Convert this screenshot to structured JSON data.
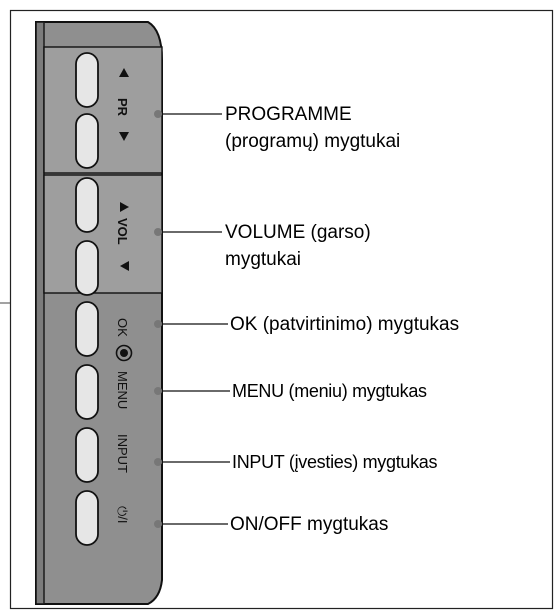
{
  "panel": {
    "buttons": [
      {
        "id": "pr-up",
        "icon": "triangle-up"
      },
      {
        "id": "pr-down",
        "icon": "triangle-down"
      },
      {
        "id": "vol-up",
        "icon": "triangle-right"
      },
      {
        "id": "vol-down",
        "icon": "triangle-left"
      },
      {
        "id": "ok",
        "icon": "circle-dot"
      },
      {
        "id": "menu"
      },
      {
        "id": "input"
      },
      {
        "id": "power",
        "icon": "power-icon"
      }
    ],
    "side_labels": {
      "pr": "PR",
      "vol": "VOL",
      "ok": "OK",
      "menu": "MENU",
      "input": "INPUT",
      "power": "⏻/I"
    },
    "colors": {
      "panel_fill": "#8f8f8f",
      "panel_light": "#a6a6a6",
      "outline": "#111111"
    }
  },
  "callouts": {
    "programme": {
      "line1": "PROGRAMME",
      "line2": "(programų) mygtukai"
    },
    "volume": {
      "line1": "VOLUME (garso)",
      "line2": "mygtukai"
    },
    "ok": {
      "line1": "OK (patvirtinimo) mygtukas"
    },
    "menu": {
      "line1": "MENU (meniu) mygtukas"
    },
    "input": {
      "line1": "INPUT (įvesties) mygtukas"
    },
    "power": {
      "line1": "ON/OFF mygtukas"
    }
  }
}
